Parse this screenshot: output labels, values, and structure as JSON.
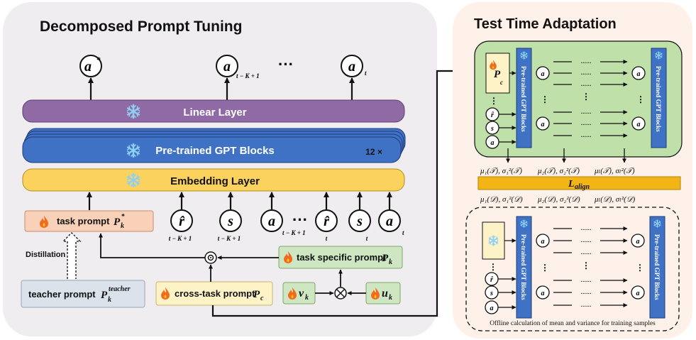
{
  "left_panel": {
    "title": "Decomposed Prompt Tuning",
    "outputs": [
      {
        "symbol": "a",
        "sup": "*",
        "sub": ""
      },
      {
        "symbol": "a",
        "sup": "",
        "sub": "t − K + 1"
      },
      {
        "symbol": "a",
        "sup": "",
        "sub": "t"
      }
    ],
    "output_ellipsis": "···",
    "linear_layer": "Linear Layer",
    "gpt_blocks": "Pre-trained GPT Blocks",
    "gpt_multiplier": "12 ×",
    "embedding_layer": "Embedding Layer",
    "tokens": [
      {
        "symbol": "r̂",
        "sub": "t − K + 1"
      },
      {
        "symbol": "s",
        "sub": "t − K + 1"
      },
      {
        "symbol": "a",
        "sub": "t − K + 1"
      },
      {
        "symbol": "r̂",
        "sub": "t"
      },
      {
        "symbol": "s",
        "sub": "t"
      },
      {
        "symbol": "a",
        "sub": "t"
      }
    ],
    "token_ellipsis": "···",
    "task_prompt": {
      "text": "task prompt",
      "math": "P",
      "sub": "k",
      "sup": "*"
    },
    "distillation": "Distillation",
    "teacher_prompt": {
      "text": "teacher prompt",
      "math": "P",
      "sub": "k",
      "sup": "teacher"
    },
    "cross_task_prompt": {
      "text": "cross-task prompt",
      "math": "P",
      "sub": "c"
    },
    "task_specific_prompt": {
      "text": "task specific prompt",
      "math": "P",
      "sub": "k"
    },
    "vk": {
      "math": "v",
      "sub": "k"
    },
    "uk": {
      "math": "u",
      "sub": "k"
    },
    "hadamard_symbol": "⊙",
    "outer_product_symbol": "⊗"
  },
  "right_panel": {
    "title": "Test Time Adaptation",
    "gpt_label": "Pre-trained GPT Blocks",
    "prompt": {
      "math": "P",
      "sub": "c"
    },
    "dots": "......",
    "vertical_dots": "⋮",
    "stats_top": [
      "μ₁(𝒯), σ₁²(𝒯)",
      "μ₂(𝒯), σ₂²(𝒯)",
      "μₗ(𝒯), σₗ²(𝒯)"
    ],
    "stats_bottom": [
      "μ₁(𝒟), σ₁²(𝒟)",
      "μ₂(𝒟), σ₂²(𝒟)",
      "μₗ(𝒟), σₗ²(𝒟)"
    ],
    "align_label": {
      "math": "L",
      "sub": "align"
    },
    "caption": "Offline calculation of mean and variance for training samples",
    "token_labels": [
      "r̂",
      "s",
      "a"
    ],
    "output_label": "a"
  },
  "colors": {
    "left_bg": "#efedf0",
    "right_bg": "#fdf1e9",
    "linear_layer": "#8f6aa5",
    "gpt_blocks": "#3f71c4",
    "embedding_layer": "#fbd25d",
    "task_prompt_bg": "#f9d1b9",
    "teacher_prompt_bg": "#dbe2ec",
    "cross_task_bg": "#fdf3c7",
    "task_specific_bg": "#cfe6c3",
    "green_panel": "#bfe0a9",
    "align_bar": "#f3b516",
    "snowflake": "#8ed0f3",
    "flame": "#f26b1d"
  },
  "icons": [
    "snowflake-icon",
    "flame-icon",
    "hadamard-product-icon",
    "outer-product-icon"
  ]
}
